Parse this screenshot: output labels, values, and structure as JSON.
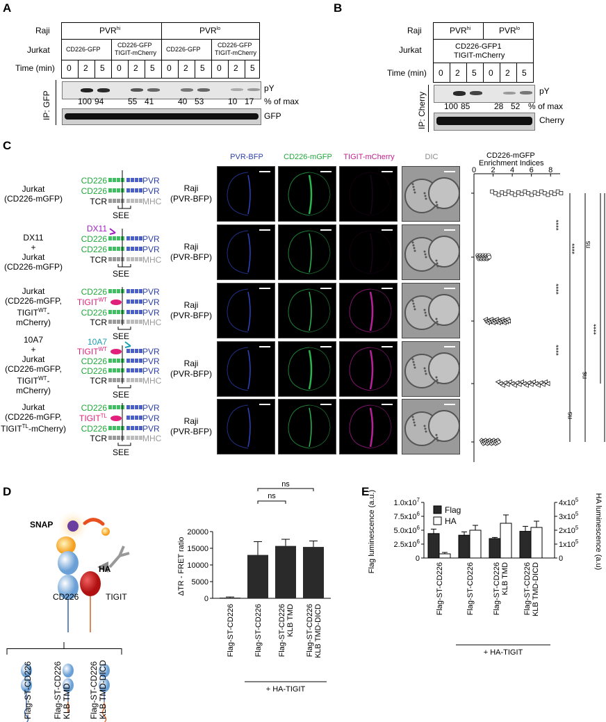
{
  "panelA": {
    "letter": "A",
    "row_raji": "Raji",
    "row_jurkat": "Jurkat",
    "row_time": "Time (min)",
    "pvr_hi": "PVR",
    "pvr_hi_sup": "hi",
    "pvr_lo": "PVR",
    "pvr_lo_sup": "lo",
    "cd226_gfp": "CD226-GFP",
    "cd226_tigit_1": "CD226-GFP",
    "cd226_tigit_2": "TIGIT-mCherry",
    "times": [
      "0",
      "2",
      "5",
      "0",
      "2",
      "5",
      "0",
      "2",
      "5",
      "0",
      "2",
      "5"
    ],
    "pct": [
      "100",
      "94",
      "55",
      "41",
      "40",
      "53",
      "10",
      "17"
    ],
    "pY": "pY",
    "pct_label": "% of max",
    "gfp": "GFP",
    "ip": "IP: GFP"
  },
  "panelB": {
    "letter": "B",
    "row_raji": "Raji",
    "row_jurkat": "Jurkat",
    "row_time": "Time (min)",
    "pvr_hi": "PVR",
    "pvr_hi_sup": "hi",
    "pvr_lo": "PVR",
    "pvr_lo_sup": "lo",
    "jurkat_1": "CD226-GFP1",
    "jurkat_2": "TIGIT-mCherry",
    "times": [
      "0",
      "2",
      "5",
      "0",
      "2",
      "5"
    ],
    "pct": [
      "100",
      "85",
      "28",
      "52"
    ],
    "pY": "pY",
    "pct_label": "% of max",
    "cherry": "Cherry",
    "ip": "IP: Cherry"
  },
  "panelC": {
    "letter": "C",
    "channels": [
      "PVR-BFP",
      "CD226-mGFP",
      "TIGIT-mCherry",
      "DIC"
    ],
    "channel_colors": [
      "#2b3fa8",
      "#1fa83a",
      "#c41f8e",
      "#888888"
    ],
    "rows": [
      {
        "jurkat": [
          "Jurkat",
          "(CD226-mGFP)"
        ],
        "raji": [
          "Raji",
          "(PVR-BFP)"
        ]
      },
      {
        "jurkat": [
          "DX11",
          "+",
          "Jurkat",
          "(CD226-mGFP)"
        ],
        "raji": [
          "Raji",
          "(PVR-BFP)"
        ]
      },
      {
        "jurkat": [
          "Jurkat",
          "(CD226-mGFP,",
          "TIGIT",
          "WT",
          "-mCherry)"
        ],
        "raji": [
          "Raji",
          "(PVR-BFP)"
        ]
      },
      {
        "jurkat": [
          "10A7",
          "+",
          "Jurkat",
          "(CD226-mGFP,",
          "TIGIT",
          "WT",
          "-mCherry)"
        ],
        "raji": [
          "Raji",
          "(PVR-BFP)"
        ]
      },
      {
        "jurkat": [
          "Jurkat",
          "(CD226-mGFP,",
          "TIGIT",
          "TL",
          "-mCherry)"
        ],
        "raji": [
          "Raji",
          "(PVR-BFP)"
        ]
      }
    ],
    "diagram": {
      "cd226": "CD226",
      "pvr": "PVR",
      "tcr": "TCR",
      "mhc": "MHC",
      "see": "SEE",
      "dx11": "DX11",
      "tigit": "TIGIT",
      "wt": "WT",
      "tl": "TL",
      "a10a7": "10A7"
    },
    "enrich_title_1": "CD226-mGFP",
    "enrich_title_2": "Enrichment Indices",
    "enrich_ticks": [
      "0",
      "2",
      "4",
      "6",
      "8"
    ],
    "sig": [
      "****",
      "****",
      "****",
      "****",
      "ns",
      "ns",
      "****",
      "ns"
    ]
  },
  "chart_data": [
    {
      "type": "bar",
      "panel": "D",
      "categories": [
        "Flag-ST-CD226",
        "Flag-ST-CD226",
        "Flag-ST-CD226 KLB TMD",
        "Flag-ST-CD226 KLB TMD-DICD"
      ],
      "values": [
        200,
        13000,
        15700,
        15400
      ],
      "errors": [
        200,
        4000,
        2000,
        1800
      ],
      "ylabel": "ΔTR - FRET ratio",
      "ylim": [
        0,
        20000
      ],
      "yticks": [
        "0",
        "5000",
        "10000",
        "15000",
        "20000"
      ],
      "group_label": "+ HA-TIGIT",
      "sig": [
        "ns",
        "ns"
      ]
    },
    {
      "type": "bar",
      "panel": "E",
      "categories": [
        "Flag-ST-CD226",
        "Flag-ST-CD226",
        "Flag-ST-CD226 KLB TMD",
        "Flag-ST-CD226 KLB TMD-DICD"
      ],
      "series": [
        {
          "name": "Flag",
          "values": [
            4.4,
            4.1,
            3.5,
            4.8
          ],
          "errors": [
            0.8,
            0.6,
            0.2,
            0.9
          ]
        },
        {
          "name": "HA",
          "values": [
            0.3,
            2.0,
            2.5,
            2.2
          ],
          "errors": [
            0.1,
            0.35,
            0.6,
            0.45
          ]
        }
      ],
      "ylabel_left": "Flag luminescence (a.u.)",
      "ylabel_right": "HA luminescence (a.u)",
      "ylim_left": [
        0,
        10
      ],
      "ylim_right": [
        0,
        4
      ],
      "yticks_left": [
        "0",
        "2.5x10",
        "5.0x10",
        "7.5x10",
        "1.0x10"
      ],
      "yticks_left_exp": [
        "",
        "6",
        "6",
        "6",
        "7"
      ],
      "yticks_right": [
        "0",
        "1x10",
        "2x10",
        "3x10",
        "4x10"
      ],
      "yticks_right_exp": [
        "",
        "5",
        "5",
        "5",
        "5"
      ],
      "group_label": "+ HA-TIGIT"
    }
  ],
  "panelD": {
    "letter": "D",
    "snap": "SNAP",
    "ha": "HA",
    "cd226": "CD226",
    "tigit": "TIGIT",
    "constructs": [
      "Flag-ST-CD226",
      "Flag-ST-CD226 KLB TMD",
      "Flag-ST-CD226 KLB TMD-DICD"
    ]
  },
  "panelE": {
    "letter": "E",
    "legend_flag": "Flag",
    "legend_ha": "HA"
  }
}
